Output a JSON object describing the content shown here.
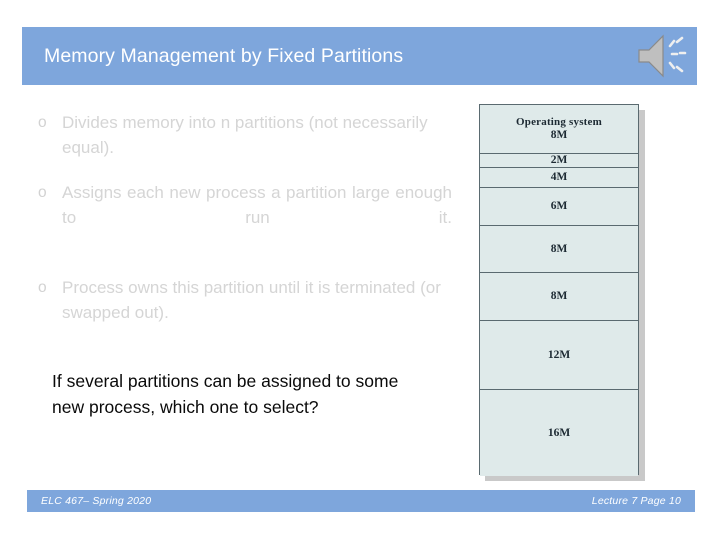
{
  "slide": {
    "title": "Memory Management by Fixed Partitions",
    "audio_icon": "speaker-sound-icon",
    "accent_color": "#7EA6DC",
    "body_text_color": "#D5D5D5",
    "question_text_color": "#0A0A0A"
  },
  "bullets": [
    {
      "marker": "o",
      "text": "Divides memory into n partitions (not necessarily equal)."
    },
    {
      "marker": "o",
      "text": "Assigns each new process a partition large enough to run it."
    },
    {
      "marker": "o",
      "text": "Process owns this partition until it is terminated (or swapped out)."
    }
  ],
  "question": "If several partitions can be assigned to some new process, which one to select?",
  "memory_diagram": {
    "caption": "fixed-partition-memory-layout",
    "fill_color": "#DFEAEA",
    "border_color": "#5A6A70",
    "rows": [
      {
        "label": "Operating system",
        "size": "8M",
        "height": 49
      },
      {
        "label": "",
        "size": "2M",
        "height": 14
      },
      {
        "label": "",
        "size": "4M",
        "height": 20
      },
      {
        "label": "",
        "size": "6M",
        "height": 38
      },
      {
        "label": "",
        "size": "8M",
        "height": 47
      },
      {
        "label": "",
        "size": "8M",
        "height": 48
      },
      {
        "label": "",
        "size": "12M",
        "height": 69
      },
      {
        "label": "",
        "size": "16M",
        "height": 86
      }
    ]
  },
  "footer": {
    "left": "ELC 467– Spring 2020",
    "right": "Lecture 7 Page 10"
  }
}
